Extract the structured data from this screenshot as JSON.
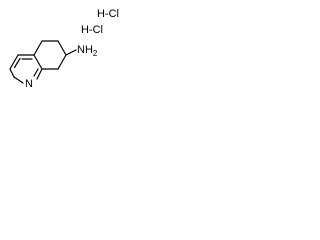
{
  "molecule": {
    "atoms": {
      "nitrogen": "N",
      "amine": "NH",
      "amine_subscript": "2"
    },
    "salt": [
      {
        "text": "H-Cl"
      },
      {
        "text": "H-Cl"
      }
    ]
  }
}
